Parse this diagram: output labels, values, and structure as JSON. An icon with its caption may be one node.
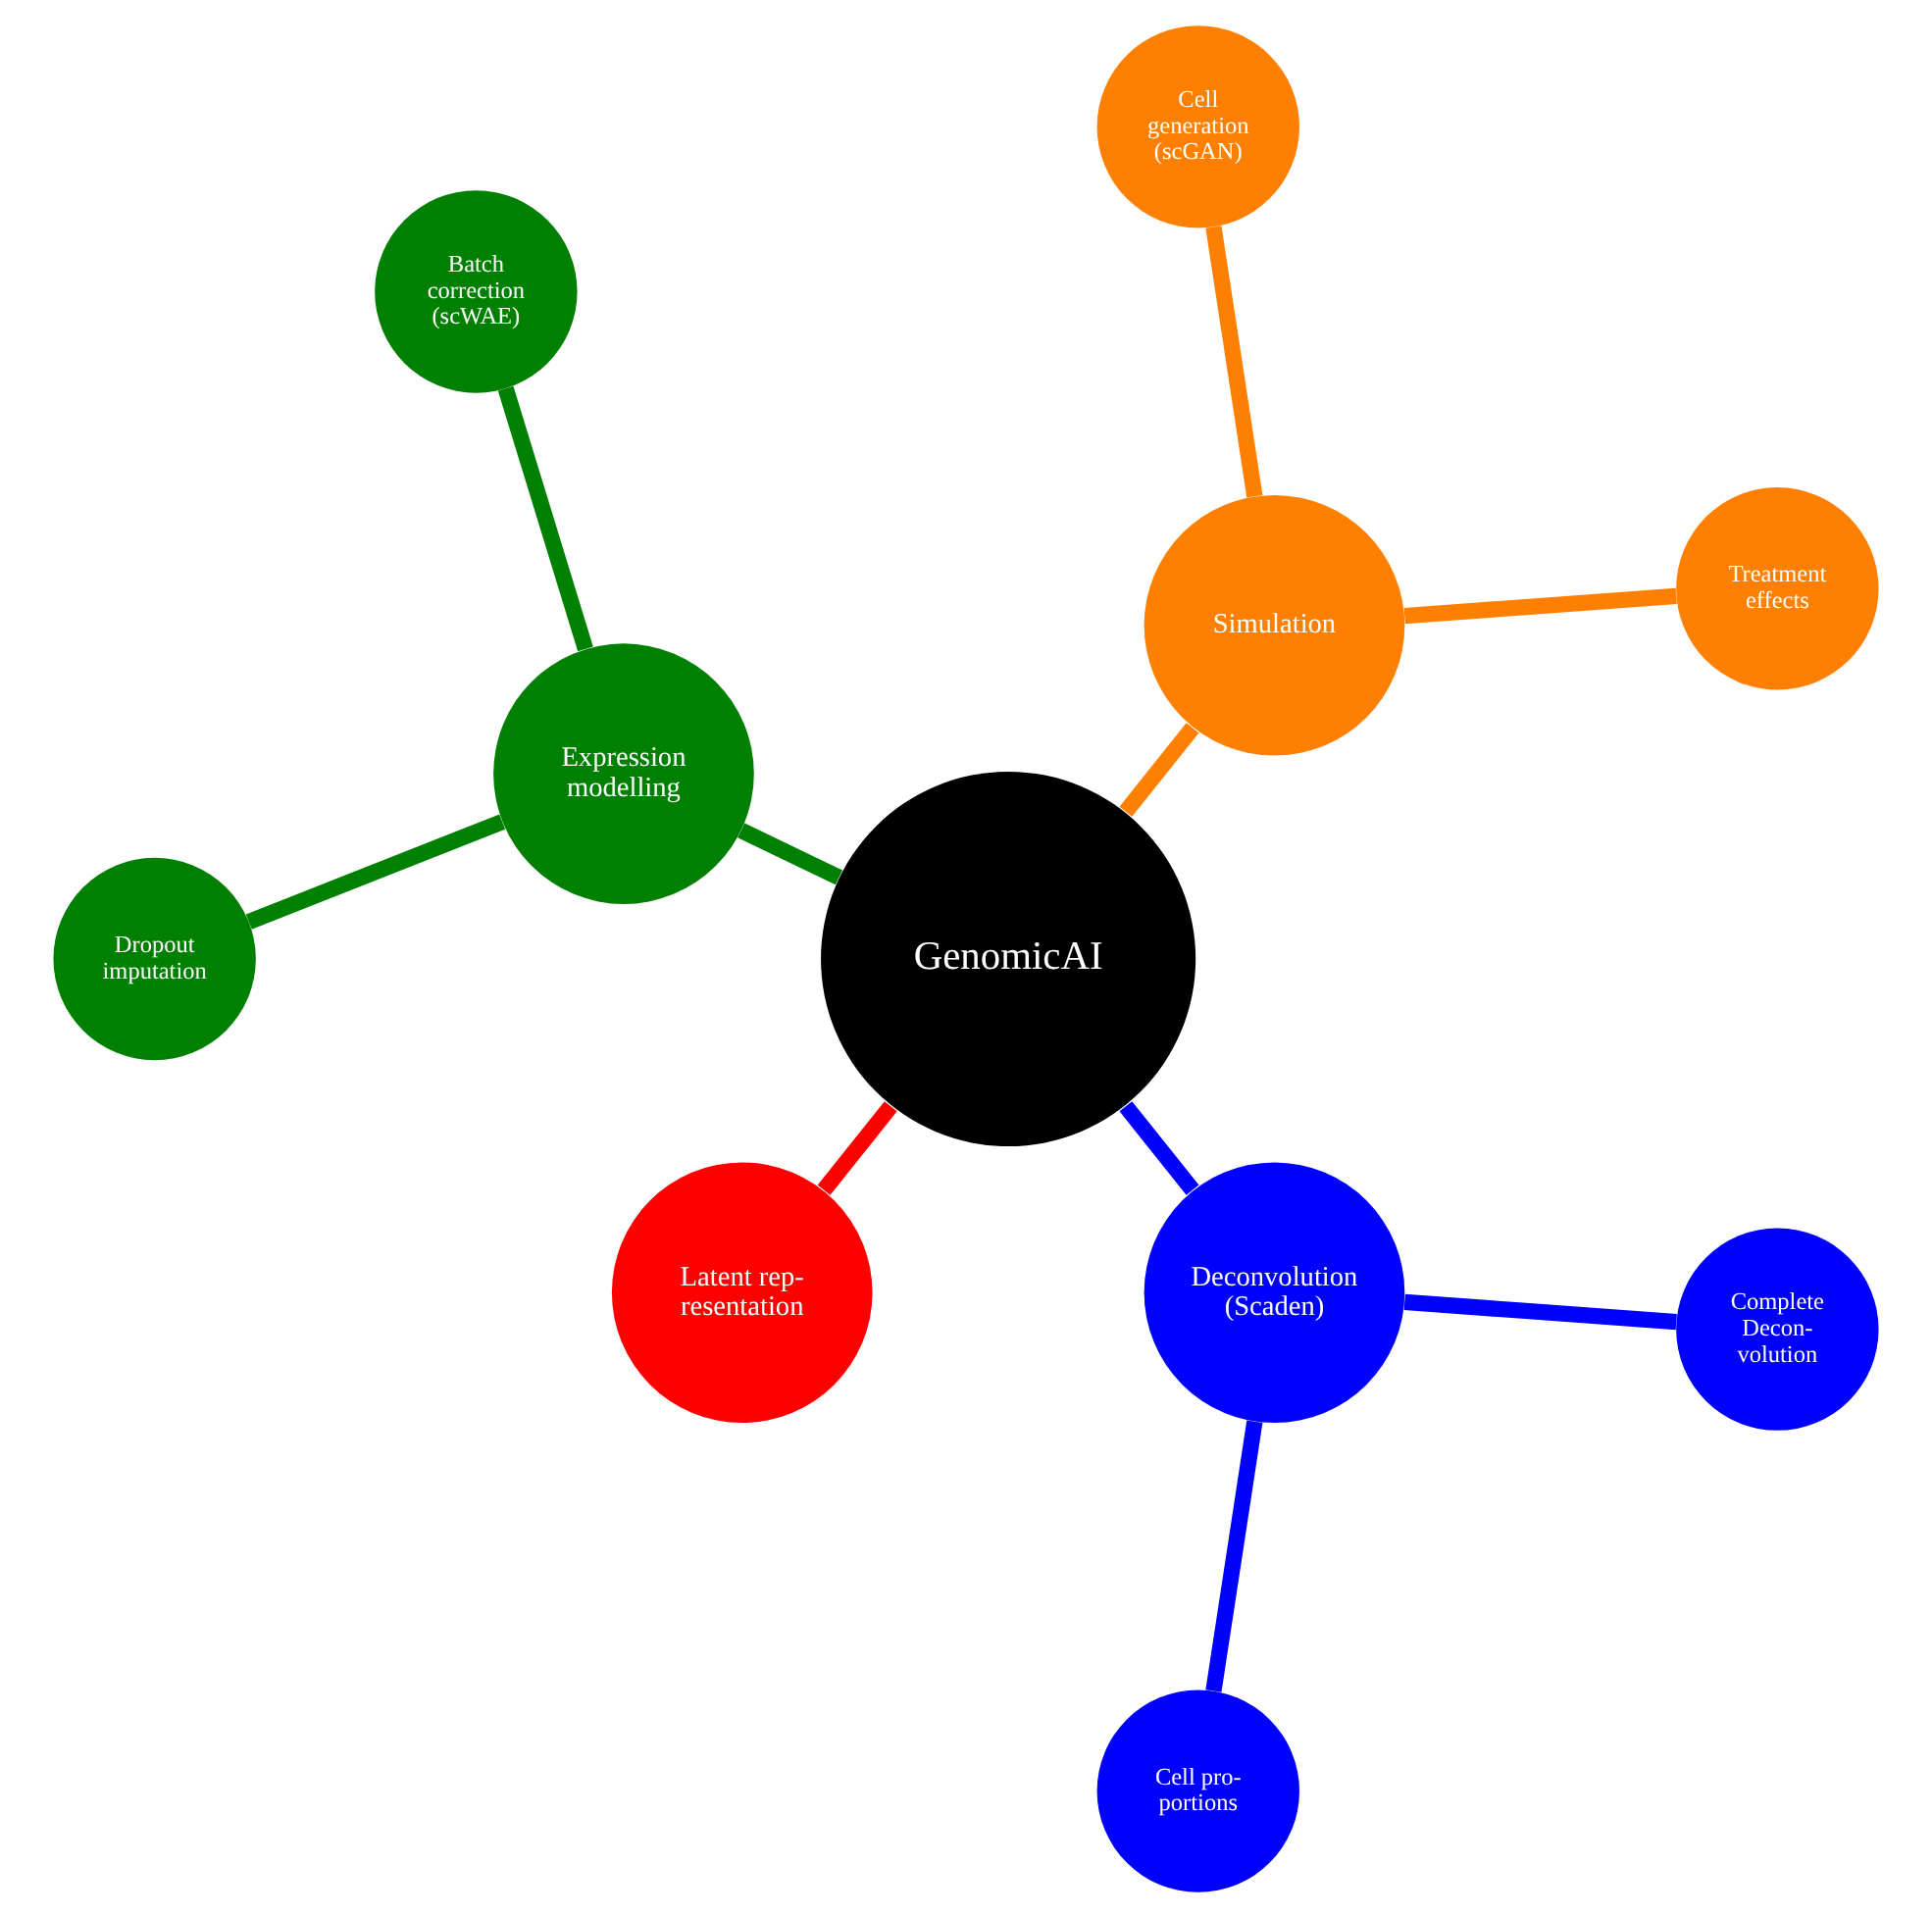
{
  "diagram": {
    "nodes": [
      {
        "text": [
          "GenomicAI"
        ]
      },
      {
        "text": [
          "Simulation"
        ]
      },
      {
        "text": [
          "Treatment effects"
        ]
      },
      {
        "text": [
          "Cell generation (scGAN)"
        ]
      },
      {
        "text": [
          "Expression modelling"
        ]
      },
      {
        "text": [
          "Batch correction (scWAE)"
        ]
      },
      {
        "text": [
          "Dropout imputation"
        ]
      },
      {
        "text": [
          "Latent rep- resentation"
        ]
      },
      {
        "text": [
          "Deconvolution (Scaden)"
        ]
      },
      {
        "text": [
          "Cell pro- portions"
        ]
      },
      {
        "text": [
          "Complete Decon- volution"
        ]
      }
    ],
    "edges": [
      {
        "from": 0,
        "to": 1,
        "arrow": "none",
        "color": "#ff8000"
      },
      {
        "from": 1,
        "to": 2,
        "arrow": "none",
        "color": "#ff8000"
      },
      {
        "from": 1,
        "to": 3,
        "arrow": "none",
        "color": "#ff8000"
      },
      {
        "from": 0,
        "to": 4,
        "arrow": "none",
        "color": "#008000"
      },
      {
        "from": 4,
        "to": 5,
        "arrow": "none",
        "color": "#008000"
      },
      {
        "from": 4,
        "to": 6,
        "arrow": "none",
        "color": "#008000"
      },
      {
        "from": 0,
        "to": 7,
        "arrow": "none",
        "color": "#ff0000"
      },
      {
        "from": 0,
        "to": 8,
        "arrow": "none",
        "color": "#0000ff"
      },
      {
        "from": 8,
        "to": 9,
        "arrow": "none",
        "color": "#0000ff"
      },
      {
        "from": 8,
        "to": 10,
        "arrow": "none",
        "color": "#0000ff"
      }
    ]
  }
}
